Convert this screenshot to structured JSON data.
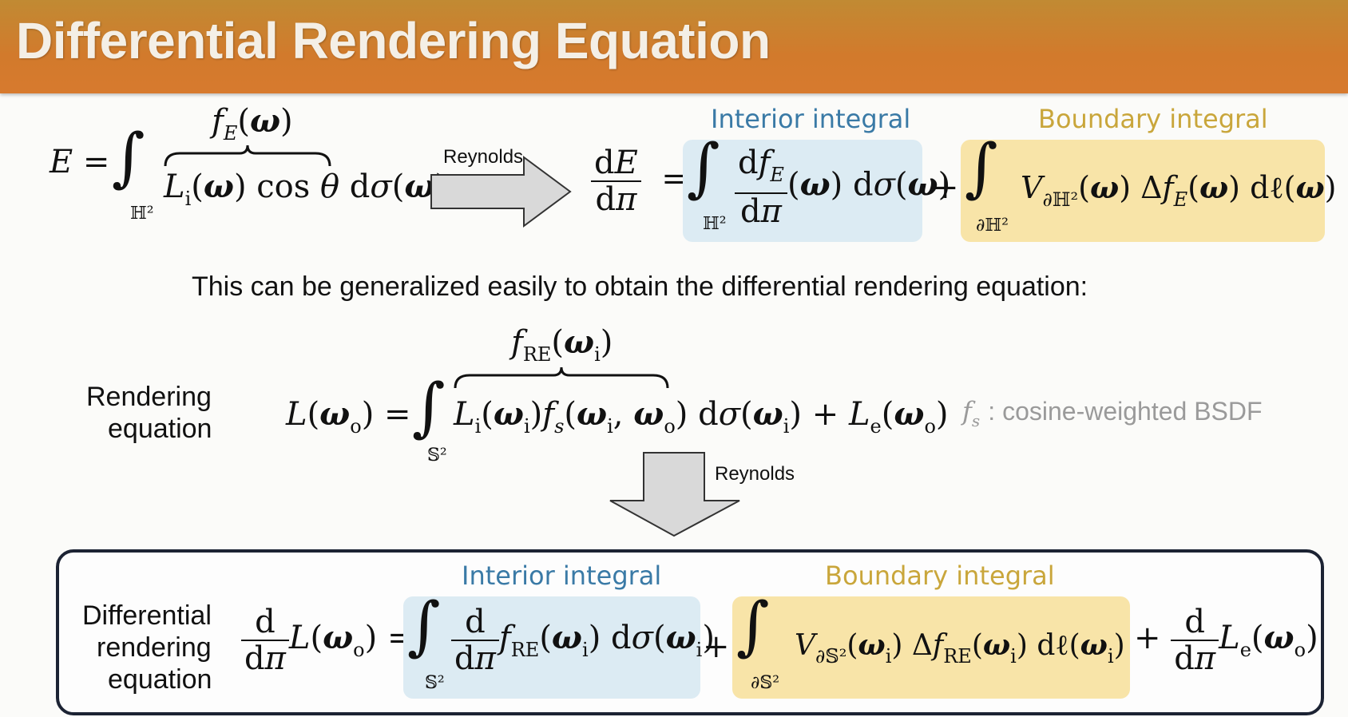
{
  "header": {
    "title": "Differential Rendering Equation"
  },
  "colors": {
    "header": "#d27a2c",
    "interior_box": "#dcebf3",
    "boundary_box": "#f8e4a8",
    "interior_label": "#3a7aa6",
    "boundary_label": "#c9a63b"
  },
  "top": {
    "interior_label": "Interior integral",
    "boundary_label": "Boundary integral",
    "arrow_label": "Reynolds",
    "brace_label": "f_E(ω)"
  },
  "middle": {
    "sentence": "This can be generalized easily to obtain the differential rendering equation:",
    "row_label_line1": "Rendering",
    "row_label_line2": "equation",
    "brace_label": "f_RE(ω_i)",
    "note": ": cosine-weighted BSDF",
    "note_symbol": "f_s",
    "arrow_label": "Reynolds"
  },
  "bottom": {
    "row_label_line1": "Differential",
    "row_label_line2": "rendering",
    "row_label_line3": "equation",
    "interior_label": "Interior integral",
    "boundary_label": "Boundary integral"
  }
}
